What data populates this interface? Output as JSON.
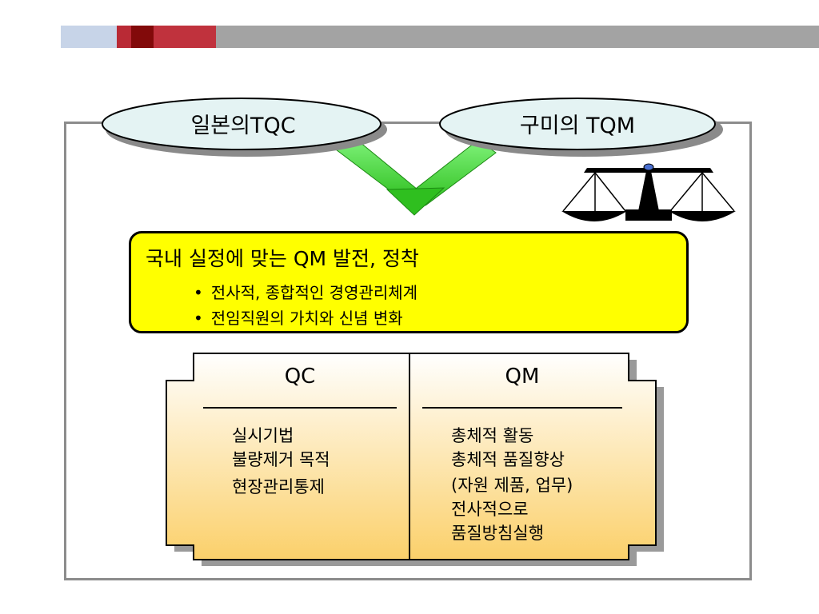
{
  "header_bar": {
    "colors": [
      "#c7d4e8",
      "#b92a35",
      "#820a0a",
      "#c0323d",
      "#a3a3a3"
    ]
  },
  "sources": {
    "left": "일본의TQC",
    "right": "구미의 TQM"
  },
  "icons": {
    "merge_arrow": "green-merge-arrow",
    "scale": "balance-scale-icon"
  },
  "summary": {
    "title": "국내 실정에 맞는 QM 발전, 정착",
    "bullets": [
      "전사적, 종합적인 경영관리체계",
      "전임직원의 가치와 신념 변화"
    ]
  },
  "comparison": {
    "qc": {
      "header": "QC",
      "items": [
        "실시기법",
        "불량제거 목적",
        "현장관리통제"
      ]
    },
    "qm": {
      "header": "QM",
      "items": [
        "총체적 활동",
        "총체적 품질향상",
        "(자원 제품, 업무)",
        "전사적으로",
        "품질방침실행"
      ]
    }
  },
  "colors": {
    "frame": "#8c8c8c",
    "ellipse": "#e4f3f3",
    "arrow": "#3ccf2a",
    "summary_fill": "#ffff00",
    "table_gradient_top": "#ffffff",
    "table_gradient_bottom": "#fbd06a"
  }
}
